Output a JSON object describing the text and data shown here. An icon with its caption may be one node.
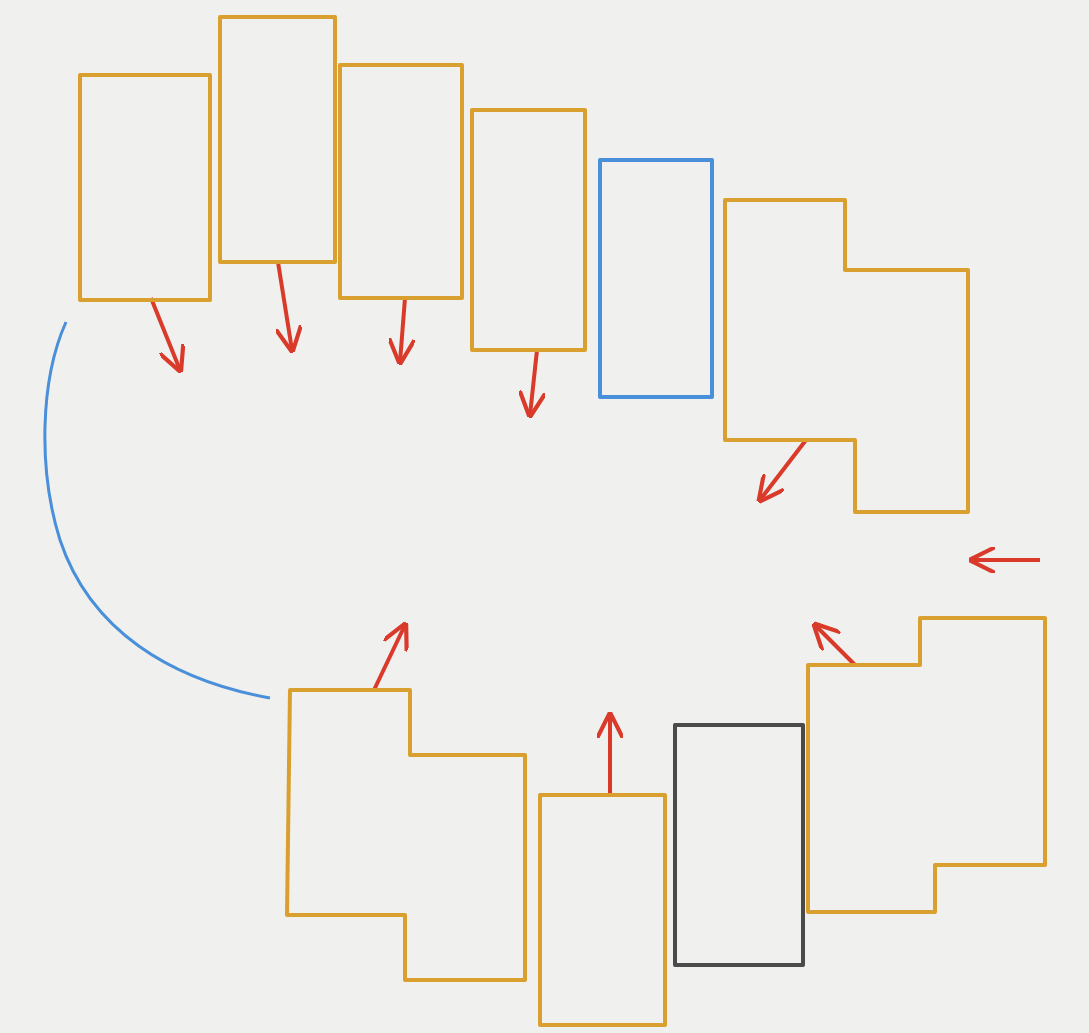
{
  "diagram": {
    "nodes": [
      {
        "text": [],
        "shape": "box"
      },
      {
        "text": [],
        "shape": "box"
      },
      {
        "text": [],
        "shape": "box"
      },
      {
        "text": [],
        "shape": "box"
      },
      {
        "text": [],
        "shape": "box"
      },
      {
        "text": [],
        "shape": "box"
      },
      {
        "text": [],
        "shape": "box"
      },
      {
        "text": [],
        "shape": "box"
      },
      {
        "text": [],
        "shape": "box"
      },
      {
        "text": [],
        "shape": "box"
      }
    ],
    "edges": [
      {
        "from": 0,
        "to": null,
        "arrow": "to"
      },
      {
        "from": 1,
        "to": null,
        "arrow": "to"
      },
      {
        "from": 2,
        "to": null,
        "arrow": "to"
      },
      {
        "from": 3,
        "to": null,
        "arrow": "to"
      },
      {
        "from": 5,
        "to": null,
        "arrow": "to"
      },
      {
        "from": 6,
        "to": null,
        "arrow": "to"
      },
      {
        "from": 7,
        "to": null,
        "arrow": "to"
      },
      {
        "from": 9,
        "to": null,
        "arrow": "to"
      }
    ]
  }
}
